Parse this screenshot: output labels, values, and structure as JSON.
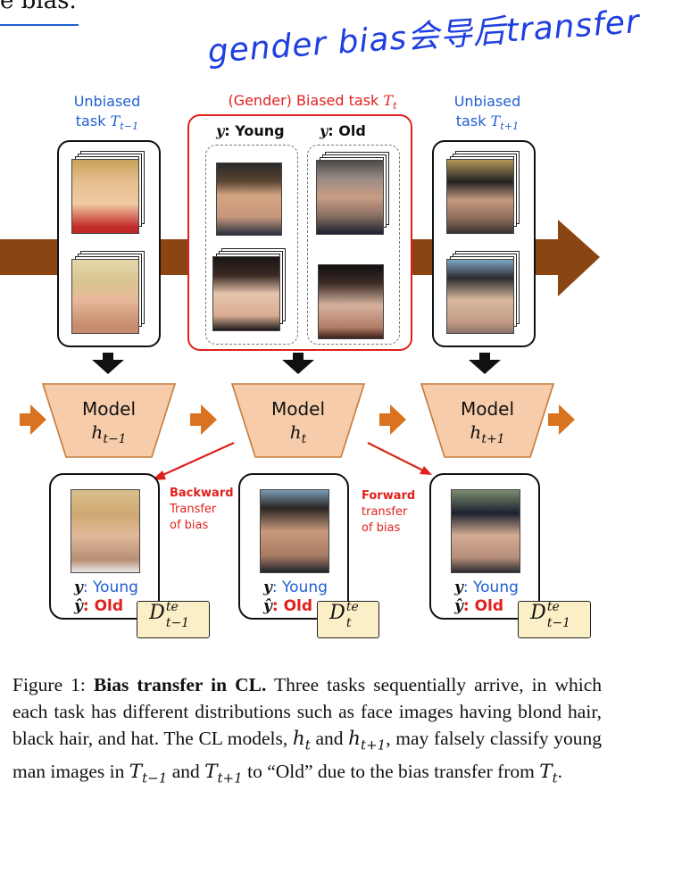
{
  "top_fragment": "e bias.",
  "handwritten_note": "gender bias会导后transfer",
  "tasks": {
    "left": {
      "line1": "Unbiased",
      "line2": "task ",
      "symbol": "T",
      "subscript": "t−1"
    },
    "middle": {
      "prefix": "(Gender) Biased task ",
      "symbol": "T",
      "subscript": "t"
    },
    "right": {
      "line1": "Unbiased",
      "line2": "task ",
      "symbol": "T",
      "subscript": "t+1"
    }
  },
  "groups": {
    "young_y": "y",
    "young_label": ": Young",
    "old_y": "y",
    "old_label": ": Old"
  },
  "models": [
    {
      "label": "Model",
      "symbol": "h",
      "subscript": "t−1"
    },
    {
      "label": "Model",
      "symbol": "h",
      "subscript": "t"
    },
    {
      "label": "Model",
      "symbol": "h",
      "subscript": "t+1"
    }
  ],
  "transfer": {
    "backward": {
      "line1": "Backward",
      "line2": "Transfer",
      "line3": "of bias"
    },
    "forward": {
      "line1": "Forward",
      "line2": "transfer",
      "line3": "of bias"
    }
  },
  "tests": [
    {
      "y_sym": "y",
      "y_val": ": Young",
      "yhat_sym": "ŷ",
      "yhat_val": ": Old",
      "D": "D",
      "sup": "te",
      "sub": "t−1"
    },
    {
      "y_sym": "y",
      "y_val": ": Young",
      "yhat_sym": "ŷ",
      "yhat_val": ": Old",
      "D": "D",
      "sup": "te",
      "sub": "t"
    },
    {
      "y_sym": "y",
      "y_val": ": Young",
      "yhat_sym": "ŷ",
      "yhat_val": ": Old",
      "D": "D",
      "sup": "te",
      "sub": "t−1"
    }
  ],
  "caption": {
    "fig": "Figure 1: ",
    "title": "Bias transfer in CL.",
    "body1": " Three tasks sequentially arrive, in which each task has different distributions such as face images having blond hair, black hair, and hat. The CL models, ",
    "h1": "h",
    "h1sub": "t",
    "and": " and ",
    "h2": "h",
    "h2sub": "t+1",
    "body2": ", may falsely classify young man images in ",
    "T1": "T",
    "T1sub": "t−1",
    "and2": " and ",
    "T2": "T",
    "T2sub": "t+1",
    "body3": " to “Old” due to the bias transfer from ",
    "T3": "T",
    "T3sub": "t",
    "end": "."
  },
  "colors": {
    "accent_blue": "#1f5fd0",
    "accent_red": "#e0201c",
    "arrow_brown": "#8b4513",
    "arrow_orange": "#d9731f",
    "model_fill": "#f6ccaa",
    "test_label_fill": "#fbefc7"
  }
}
